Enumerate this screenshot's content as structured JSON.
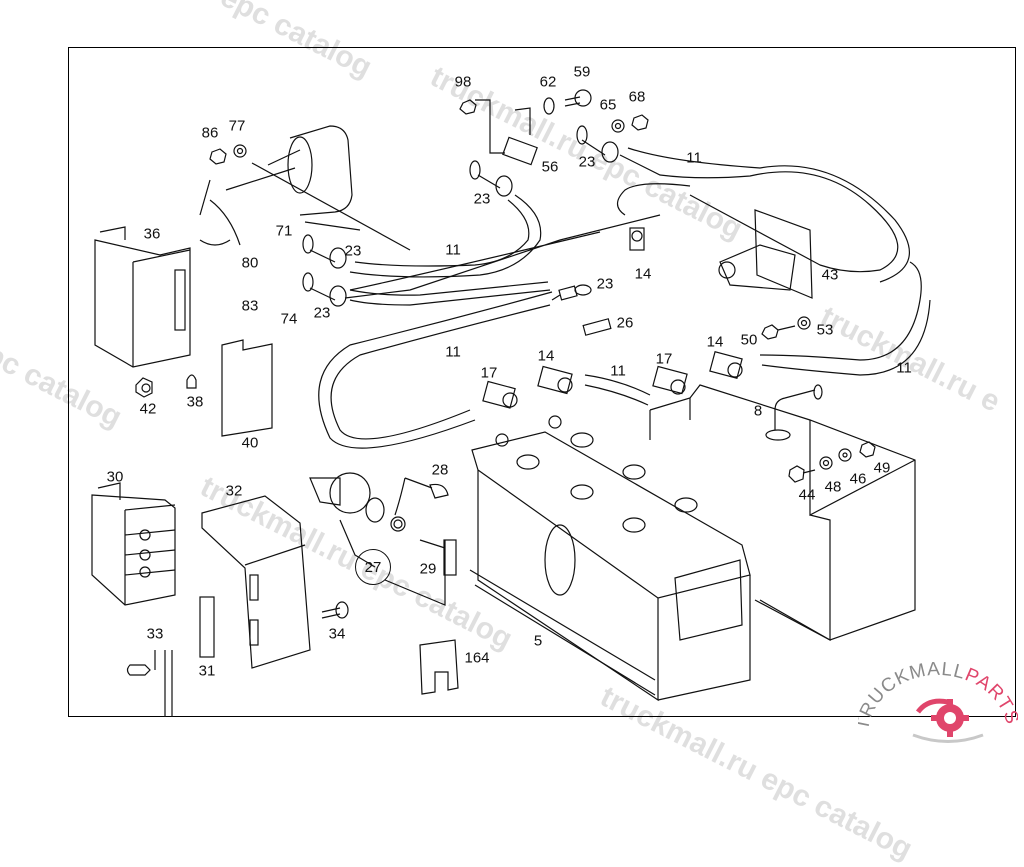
{
  "diagram": {
    "type": "exploded-parts-diagram",
    "subject": "Battery and main power wiring assembly",
    "callouts": [
      {
        "id": "c98",
        "label": "98"
      },
      {
        "id": "c62",
        "label": "62"
      },
      {
        "id": "c59",
        "label": "59"
      },
      {
        "id": "c65",
        "label": "65"
      },
      {
        "id": "c68",
        "label": "68"
      },
      {
        "id": "c56",
        "label": "56"
      },
      {
        "id": "c23a",
        "label": "23"
      },
      {
        "id": "c23b",
        "label": "23"
      },
      {
        "id": "c11a",
        "label": "11"
      },
      {
        "id": "c86",
        "label": "86"
      },
      {
        "id": "c77",
        "label": "77"
      },
      {
        "id": "c36",
        "label": "36"
      },
      {
        "id": "c71",
        "label": "71"
      },
      {
        "id": "c23c",
        "label": "23"
      },
      {
        "id": "c80",
        "label": "80"
      },
      {
        "id": "c83",
        "label": "83"
      },
      {
        "id": "c74",
        "label": "74"
      },
      {
        "id": "c23d",
        "label": "23"
      },
      {
        "id": "c11b",
        "label": "11"
      },
      {
        "id": "c14a",
        "label": "14"
      },
      {
        "id": "c43",
        "label": "43"
      },
      {
        "id": "c23e",
        "label": "23"
      },
      {
        "id": "c26",
        "label": "26"
      },
      {
        "id": "c50",
        "label": "50"
      },
      {
        "id": "c53",
        "label": "53"
      },
      {
        "id": "c11c",
        "label": "11"
      },
      {
        "id": "c14b",
        "label": "14"
      },
      {
        "id": "c17a",
        "label": "17"
      },
      {
        "id": "c14c",
        "label": "14"
      },
      {
        "id": "c11d",
        "label": "11"
      },
      {
        "id": "c17b",
        "label": "17"
      },
      {
        "id": "c11e",
        "label": "11"
      },
      {
        "id": "c42",
        "label": "42"
      },
      {
        "id": "c38",
        "label": "38"
      },
      {
        "id": "c40",
        "label": "40"
      },
      {
        "id": "c8",
        "label": "8"
      },
      {
        "id": "c44",
        "label": "44"
      },
      {
        "id": "c48",
        "label": "48"
      },
      {
        "id": "c46",
        "label": "46"
      },
      {
        "id": "c49",
        "label": "49"
      },
      {
        "id": "c30",
        "label": "30"
      },
      {
        "id": "c32",
        "label": "32"
      },
      {
        "id": "c28",
        "label": "28"
      },
      {
        "id": "c27",
        "label": "27"
      },
      {
        "id": "c29",
        "label": "29"
      },
      {
        "id": "c33",
        "label": "33"
      },
      {
        "id": "c31",
        "label": "31"
      },
      {
        "id": "c34",
        "label": "34"
      },
      {
        "id": "c164",
        "label": "164"
      },
      {
        "id": "c5",
        "label": "5"
      }
    ]
  },
  "watermarks": [
    "truckmall.ru epc catalog",
    "truckmall.ru epc catalog",
    "truckmall.ru epc catalog",
    "epc catalog",
    "truckmall.ru e"
  ],
  "logo": {
    "text_left": "TRUCKMALL",
    "text_right": "PARTS",
    "color_dark": "#8a8a8a",
    "color_accent": "#e0456b"
  }
}
